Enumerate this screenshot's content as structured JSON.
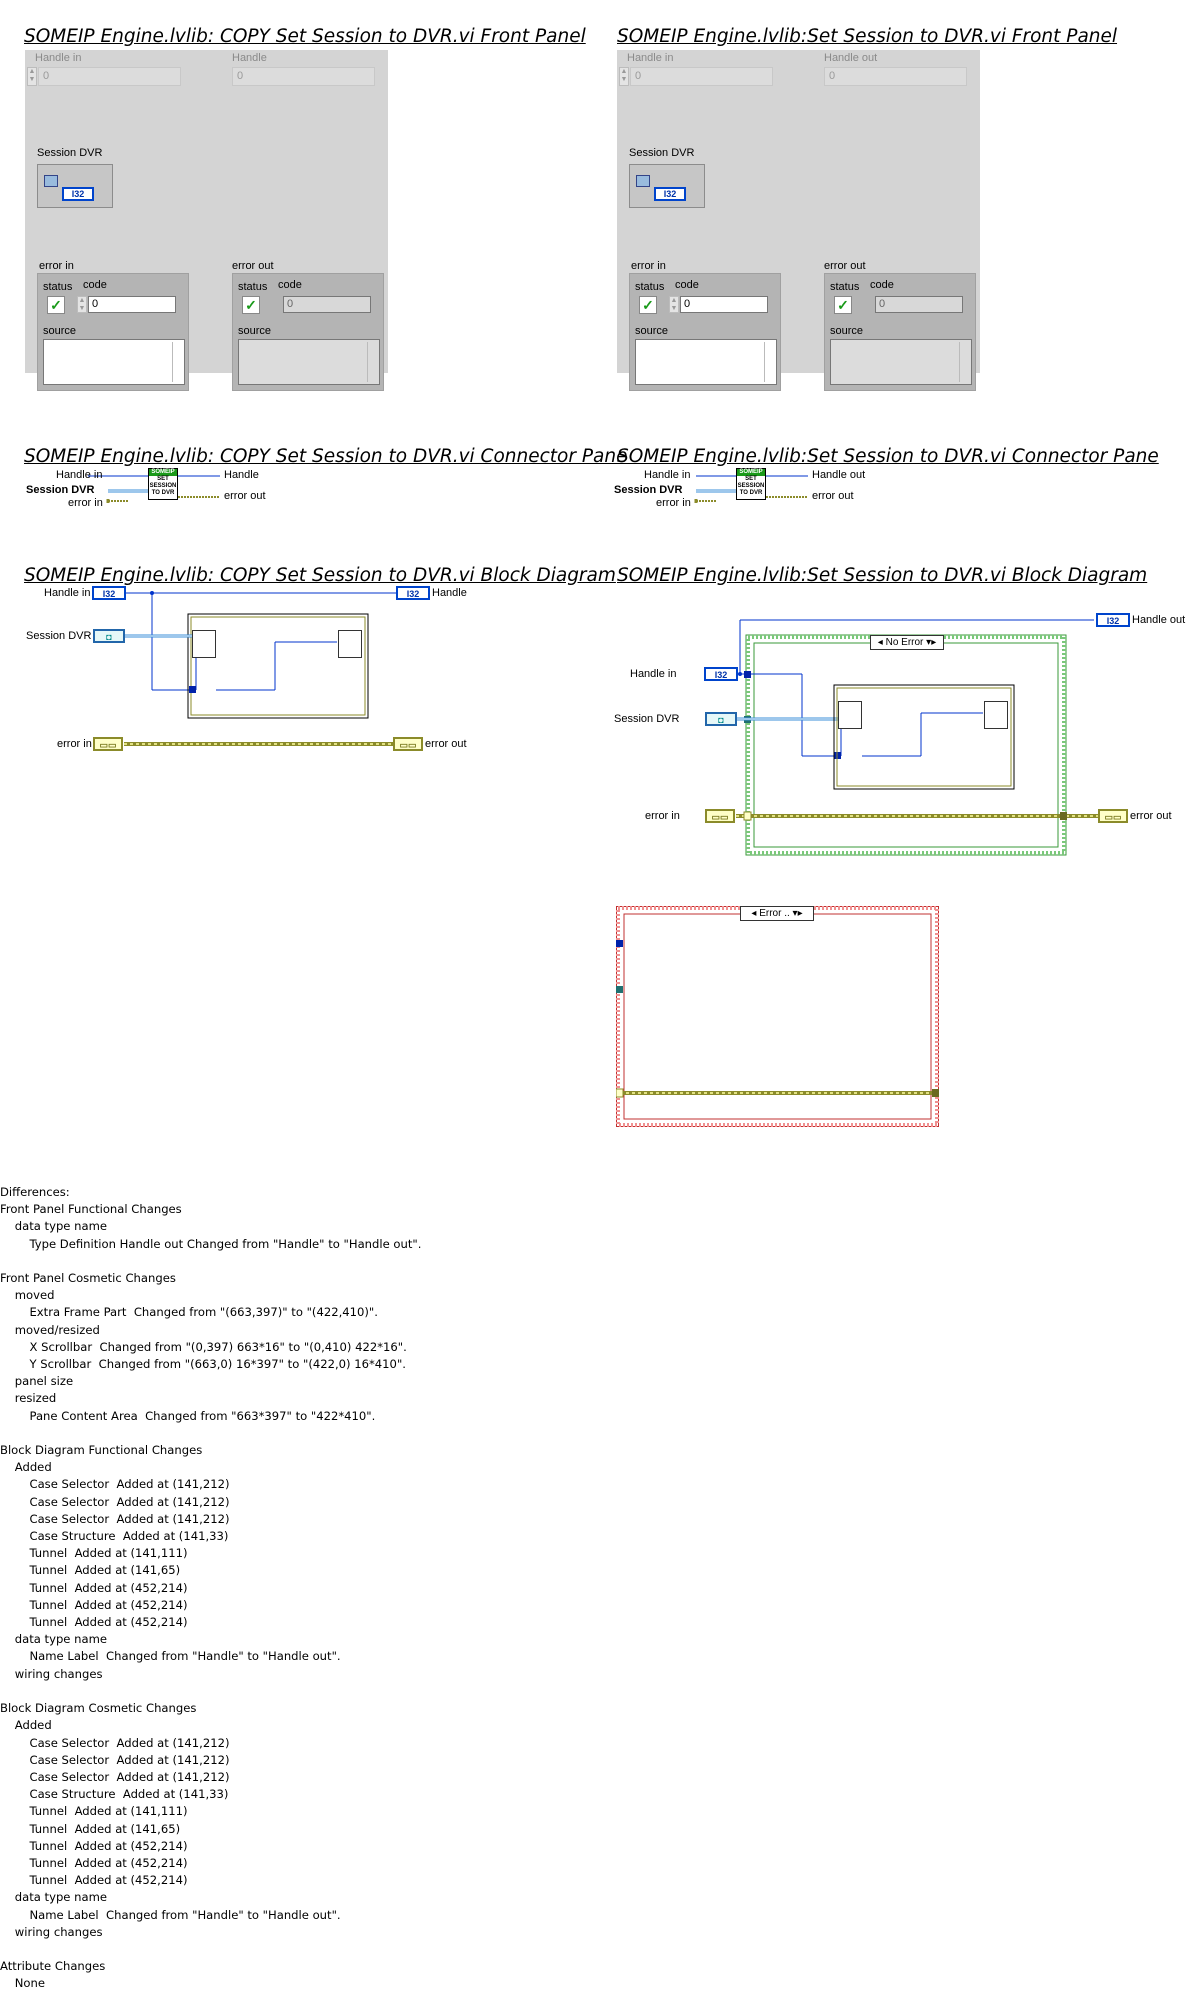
{
  "left": {
    "fp_title": "SOMEIP Engine.lvlib:  COPY  Set Session to DVR.vi Front Panel",
    "cp_title": "SOMEIP Engine.lvlib:  COPY  Set Session to DVR.vi Connector Pane",
    "bd_title": "SOMEIP Engine.lvlib:  COPY  Set Session to DVR.vi Block Diagram",
    "fp": {
      "handle_in_label": "Handle in",
      "handle_in_value": "0",
      "handle_out_label": "Handle",
      "handle_out_value": "0",
      "session_label": "Session DVR",
      "session_type": "I32",
      "error_in_label": "error in",
      "error_out_label": "error out",
      "status_label": "status",
      "code_label": "code",
      "source_label": "source",
      "code_value": "0"
    },
    "cp": {
      "handle_in": "Handle in",
      "session": "Session DVR",
      "error_in": "error in",
      "handle_out": "Handle",
      "error_out": "error out",
      "icon_lines": [
        "SOMEIP",
        "SET",
        "SESSION",
        "TO DVR"
      ]
    },
    "bd": {
      "handle_in": "Handle in",
      "handle_out": "Handle",
      "session": "Session DVR",
      "error_in": "error in",
      "error_out": "error out",
      "i32": "I32"
    }
  },
  "right": {
    "fp_title": "SOMEIP Engine.lvlib:Set Session to DVR.vi Front Panel",
    "cp_title": "SOMEIP Engine.lvlib:Set Session to DVR.vi Connector Pane",
    "bd_title": "SOMEIP Engine.lvlib:Set Session to DVR.vi Block Diagram",
    "fp": {
      "handle_in_label": "Handle in",
      "handle_in_value": "0",
      "handle_out_label": "Handle out",
      "handle_out_value": "0",
      "session_label": "Session DVR",
      "session_type": "I32",
      "error_in_label": "error in",
      "error_out_label": "error out",
      "status_label": "status",
      "code_label": "code",
      "source_label": "source",
      "code_value": "0"
    },
    "cp": {
      "handle_in": "Handle in",
      "session": "Session DVR",
      "error_in": "error in",
      "handle_out": "Handle out",
      "error_out": "error out",
      "icon_lines": [
        "SOMEIP",
        "SET",
        "SESSION",
        "TO DVR"
      ]
    },
    "bd": {
      "handle_in": "Handle in",
      "handle_out": "Handle out",
      "session": "Session DVR",
      "error_in": "error in",
      "error_out": "error out",
      "i32": "I32",
      "case_no_error": "No Error",
      "case_error": "Error .."
    }
  },
  "differences": "Differences:\nFront Panel Functional Changes\n    data type name\n        Type Definition Handle out Changed from \"Handle\" to \"Handle out\".\n\nFront Panel Cosmetic Changes\n    moved\n        Extra Frame Part  Changed from \"(663,397)\" to \"(422,410)\".\n    moved/resized\n        X Scrollbar  Changed from \"(0,397) 663*16\" to \"(0,410) 422*16\".\n        Y Scrollbar  Changed from \"(663,0) 16*397\" to \"(422,0) 16*410\".\n    panel size\n    resized\n        Pane Content Area  Changed from \"663*397\" to \"422*410\".\n\nBlock Diagram Functional Changes\n    Added\n        Case Selector  Added at (141,212)\n        Case Selector  Added at (141,212)\n        Case Selector  Added at (141,212)\n        Case Structure  Added at (141,33)\n        Tunnel  Added at (141,111)\n        Tunnel  Added at (141,65)\n        Tunnel  Added at (452,214)\n        Tunnel  Added at (452,214)\n        Tunnel  Added at (452,214)\n    data type name\n        Name Label  Changed from \"Handle\" to \"Handle out\".\n    wiring changes\n\nBlock Diagram Cosmetic Changes\n    Added\n        Case Selector  Added at (141,212)\n        Case Selector  Added at (141,212)\n        Case Selector  Added at (141,212)\n        Case Structure  Added at (141,33)\n        Tunnel  Added at (141,111)\n        Tunnel  Added at (141,65)\n        Tunnel  Added at (452,214)\n        Tunnel  Added at (452,214)\n        Tunnel  Added at (452,214)\n    data type name\n        Name Label  Changed from \"Handle\" to \"Handle out\".\n    wiring changes\n\nAttribute Changes\n    None"
}
